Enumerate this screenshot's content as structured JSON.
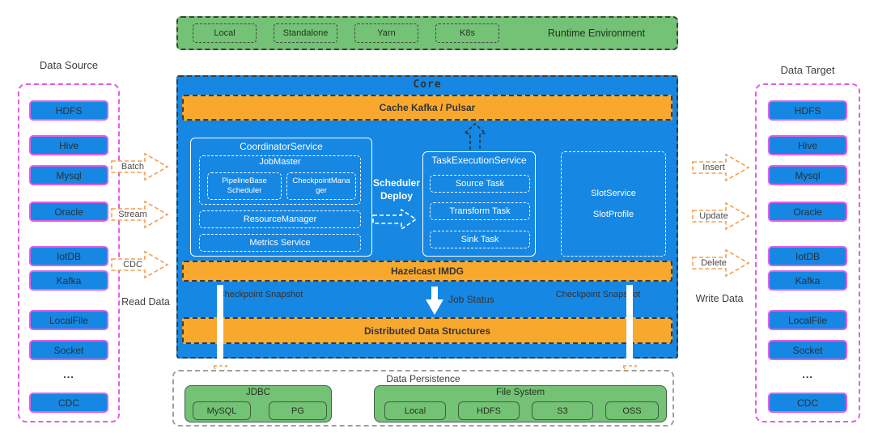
{
  "runtime": {
    "title": "Runtime Environment",
    "modes": [
      "Local",
      "Standalone",
      "Yarn",
      "K8s"
    ]
  },
  "data_source": {
    "title": "Data Source",
    "read_label": "Read Data",
    "flows": [
      "Batch",
      "Stream",
      "CDC"
    ],
    "items": [
      "HDFS",
      "Hive",
      "Mysql",
      "Oracle",
      "IotDB",
      "Kafka",
      "LocalFile",
      "Socket",
      "...",
      "CDC"
    ]
  },
  "data_target": {
    "title": "Data Target",
    "write_label": "Write Data",
    "flows": [
      "Insert",
      "Update",
      "Delete"
    ],
    "items": [
      "HDFS",
      "Hive",
      "Mysql",
      "Oracle",
      "IotDB",
      "Kafka",
      "LocalFile",
      "Socket",
      "...",
      "CDC"
    ]
  },
  "core": {
    "title": "Core",
    "cache_bar": "Cache Kafka / Pulsar",
    "coordinator": {
      "title": "CoordinatorService",
      "job_master": {
        "title": "JobMaster",
        "children": [
          "PipelineBase Scheduler",
          "CheckpointManager"
        ]
      },
      "resource_manager": "ResourceManager",
      "metrics": "Metrics Service"
    },
    "scheduler_deploy": "Scheduler Deploy",
    "task_execution": {
      "title": "TaskExecutionService",
      "tasks": [
        "Source Task",
        "Transform Task",
        "Sink Task"
      ]
    },
    "slot": {
      "service": "SlotService",
      "profile": "SlotProfile"
    },
    "hazelcast_bar": "Hazelcast IMDG",
    "checkpoint_left": "Checkpoint Snapshot",
    "job_status": "Job Status",
    "checkpoint_right": "Checkpoint Snapshot",
    "dds_bar": "Distributed Data Structures"
  },
  "persistence": {
    "title": "Data Persistence",
    "jdbc": {
      "title": "JDBC",
      "items": [
        "MySQL",
        "PG"
      ]
    },
    "file_system": {
      "title": "File System",
      "items": [
        "Local",
        "HDFS",
        "S3",
        "OSS"
      ]
    }
  },
  "colors": {
    "blue": "#1687e3",
    "orange": "#f8a92d",
    "green": "#74c275",
    "magenta": "#e55ce9",
    "arrow_orange": "#f0a050",
    "dark_border": "#3a3a3a"
  }
}
